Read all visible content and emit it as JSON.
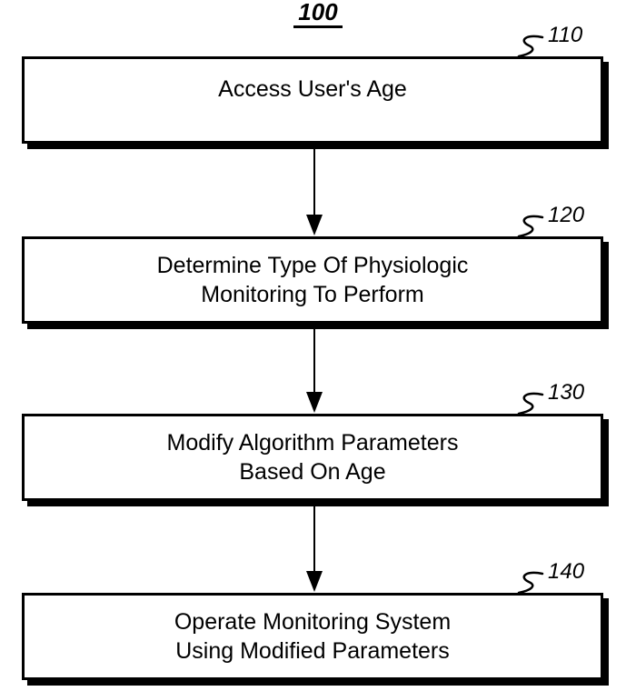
{
  "figure": {
    "label": "100",
    "ink_color": "#000000",
    "background_color": "#ffffff",
    "steps": [
      {
        "ref": "110",
        "lines": [
          "Access User's Age"
        ]
      },
      {
        "ref": "120",
        "lines": [
          "Determine Type Of Physiologic",
          "Monitoring To Perform"
        ]
      },
      {
        "ref": "130",
        "lines": [
          "Modify Algorithm Parameters",
          "Based On Age"
        ]
      },
      {
        "ref": "140",
        "lines": [
          "Operate Monitoring System",
          "Using Modified Parameters"
        ]
      }
    ]
  }
}
